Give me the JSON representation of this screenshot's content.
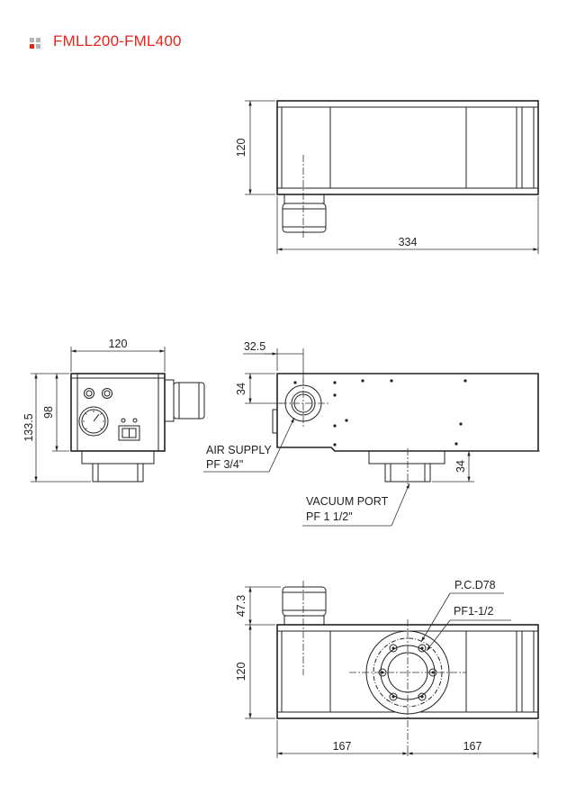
{
  "title": "FMLL200-FML400",
  "colors": {
    "title": "#e8231c",
    "icon_red": "#e8231c",
    "icon_gray": "#b4b4b4"
  },
  "views": {
    "top_view": {
      "dim_height": "120",
      "dim_length": "334"
    },
    "side_view": {
      "dim_width": "120",
      "dim_total_height": "133.5",
      "dim_body_height": "98"
    },
    "front_view": {
      "dim_port_offset_x": "32.5",
      "dim_port_offset_y": "34",
      "dim_bottom_port": "34",
      "air_supply_label": "AIR SUPPLY",
      "air_supply_size": "PF 3/4\"",
      "vacuum_port_label": "VACUUM PORT",
      "vacuum_port_size": "PF 1 1/2\""
    },
    "bottom_view": {
      "dim_port_height": "47.3",
      "dim_height": "120",
      "dim_left_half": "167",
      "dim_right_half": "167",
      "pcd_label": "P.C.D78",
      "thread_label": "PF1-1/2"
    }
  }
}
